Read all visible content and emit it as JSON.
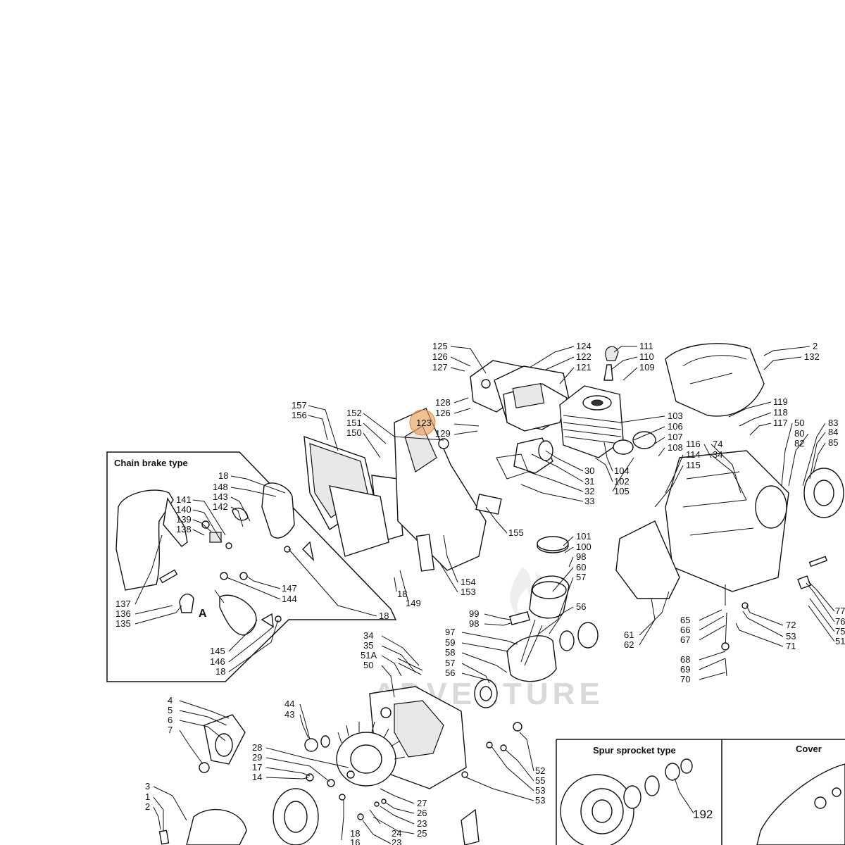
{
  "diagram": {
    "panels": {
      "chain_brake": {
        "title": "Chain brake type",
        "marker": "A"
      },
      "spur_sprocket": {
        "title": "Spur sprocket type"
      },
      "cover": {
        "title": "Cover"
      }
    },
    "watermark": "ADVENTURE",
    "highlighted_callout": "123",
    "callouts": {
      "c125": "125",
      "c126a": "126",
      "c127": "127",
      "c124": "124",
      "c122": "122",
      "c121": "121",
      "c111": "111",
      "c110": "110",
      "c109": "109",
      "c2a": "2",
      "c132": "132",
      "c128": "128",
      "c126b": "126",
      "c123": "123",
      "c129": "129",
      "c157": "157",
      "c156": "156",
      "c152": "152",
      "c151": "151",
      "c150": "150",
      "c103": "103",
      "c106": "106",
      "c107": "107",
      "c108": "108",
      "c119": "119",
      "c118a": "118",
      "c117": "117",
      "c50a": "50",
      "c83": "83",
      "c80": "80",
      "c84": "84",
      "c82": "82",
      "c85": "85",
      "c116": "116",
      "c74": "74",
      "c114": "114",
      "c34a": "34",
      "c115": "115",
      "c30": "30",
      "c31": "31",
      "c32": "32",
      "c33": "33",
      "c104": "104",
      "c102": "102",
      "c105": "105",
      "c155": "155",
      "c154": "154",
      "c153": "153",
      "c149": "149",
      "c18a": "18",
      "c101": "101",
      "c100": "100",
      "c98a": "98",
      "c60": "60",
      "c57a": "57",
      "c56a": "56",
      "c99": "99",
      "c98b": "98",
      "c97": "97",
      "c59": "59",
      "c58": "58",
      "c57b": "57",
      "c56b": "56",
      "c65": "65",
      "c66": "66",
      "c67": "67",
      "c68": "68",
      "c69": "69",
      "c70": "70",
      "c61": "61",
      "c62": "62",
      "c72": "72",
      "c53a": "53",
      "c71": "71",
      "c77": "77",
      "c76": "76",
      "c75": "75",
      "c51": "51",
      "b18a": "18",
      "b148": "148",
      "b143": "143",
      "b142": "142",
      "b141": "141",
      "b140": "140",
      "b139": "139",
      "b138": "138",
      "b147": "147",
      "b144": "144",
      "b137": "137",
      "b136": "136",
      "b135": "135",
      "b145": "145",
      "b146": "146",
      "b18b": "18",
      "b18c": "18",
      "c34b": "34",
      "c35": "35",
      "c51A": "51A",
      "c50b": "50",
      "c4": "4",
      "c5": "5",
      "c6": "6",
      "c7": "7",
      "c44": "44",
      "c43": "43",
      "c28": "28",
      "c29": "29",
      "c17": "17",
      "c14": "14",
      "c3": "3",
      "c1": "1",
      "c2b": "2",
      "c52": "52",
      "c55": "55",
      "c53b": "53",
      "c53c": "53",
      "c27": "27",
      "c26": "26",
      "c23a": "23",
      "c24": "24",
      "c25": "25",
      "c23b": "23",
      "c18d": "18",
      "c16": "16",
      "c192": "192"
    }
  }
}
